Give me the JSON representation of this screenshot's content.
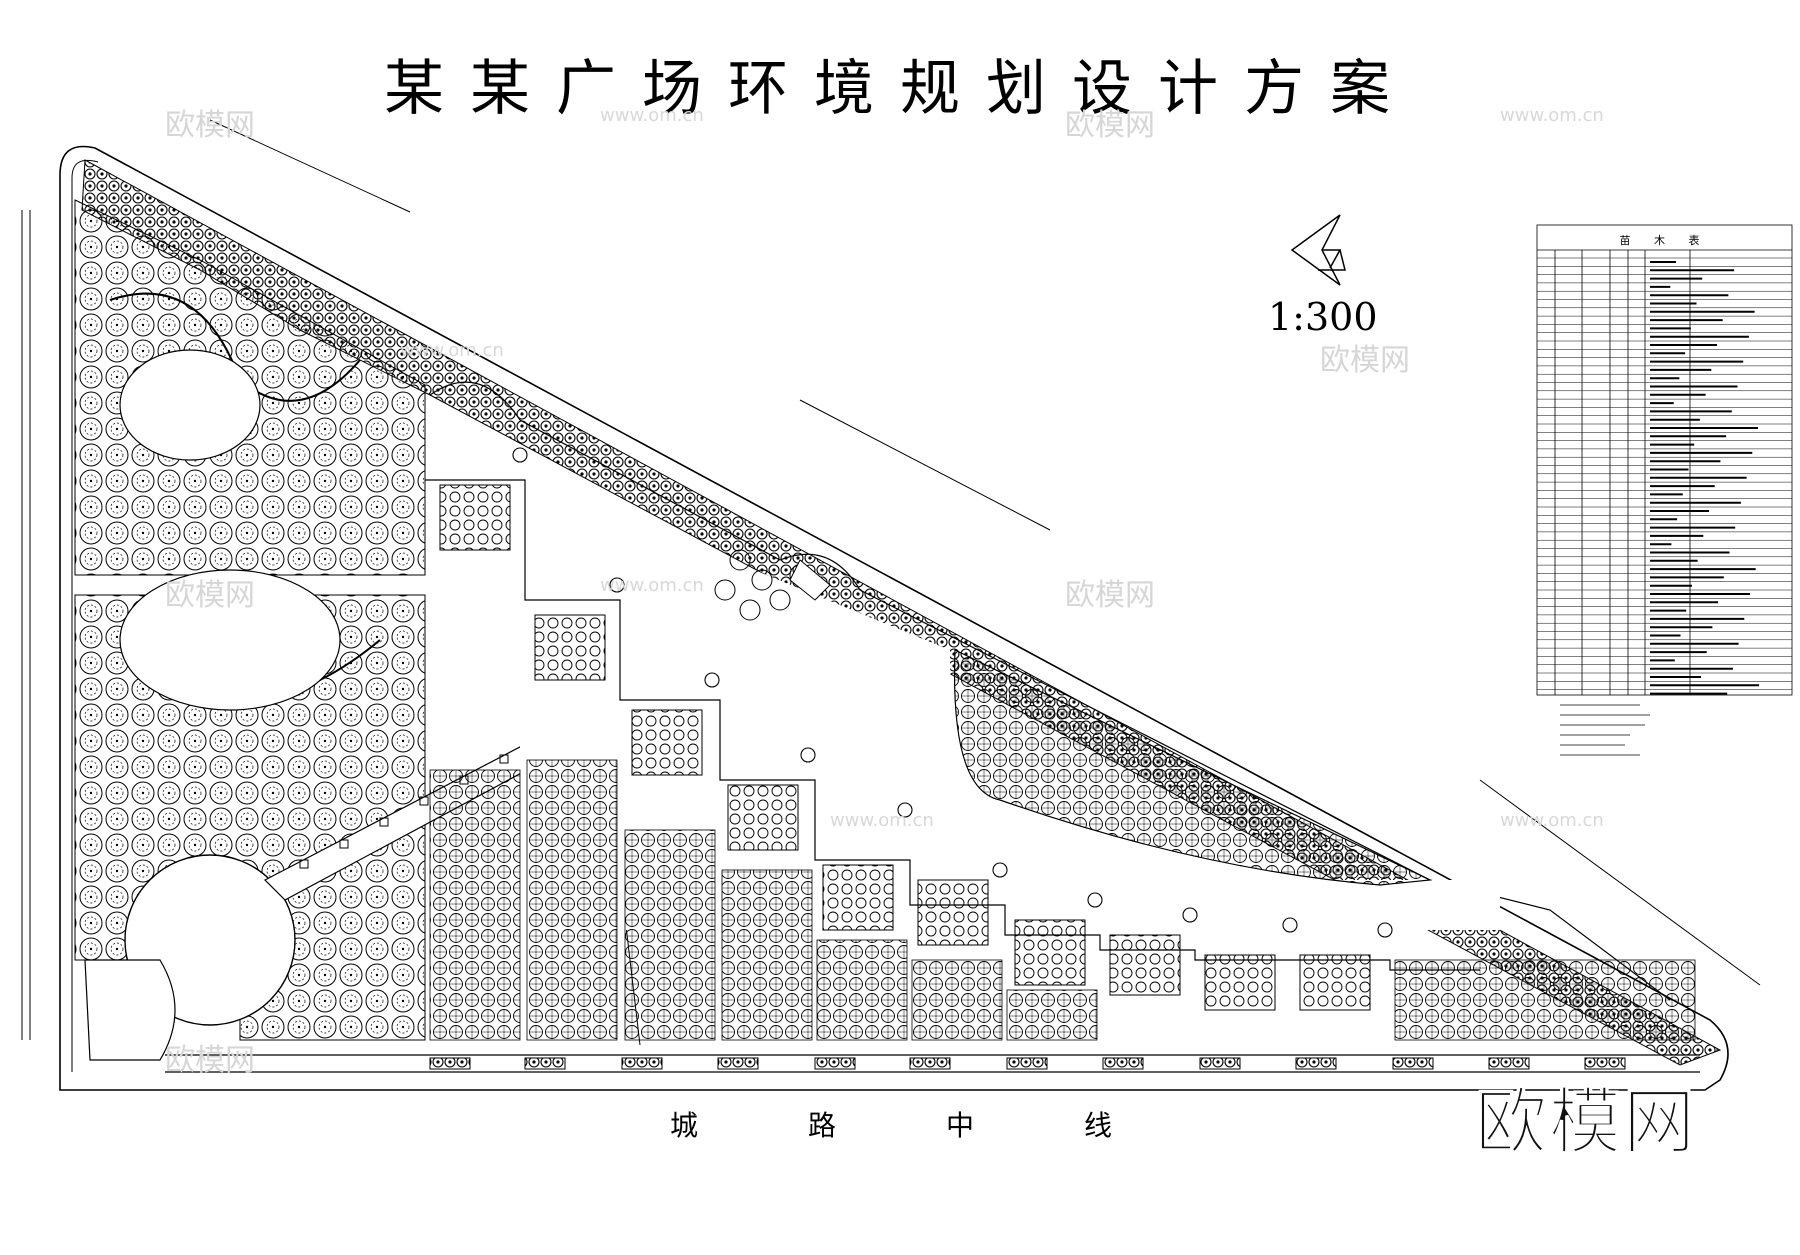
{
  "title": "某某广场环境规划设计方案",
  "scale": "1:300",
  "road_label": [
    "城",
    "路",
    "中",
    "线"
  ],
  "plant_table": {
    "title": "苗 木 表"
  },
  "watermark": {
    "brand": "欧模网",
    "url": "www.om.cn"
  },
  "logo": "欧模网"
}
